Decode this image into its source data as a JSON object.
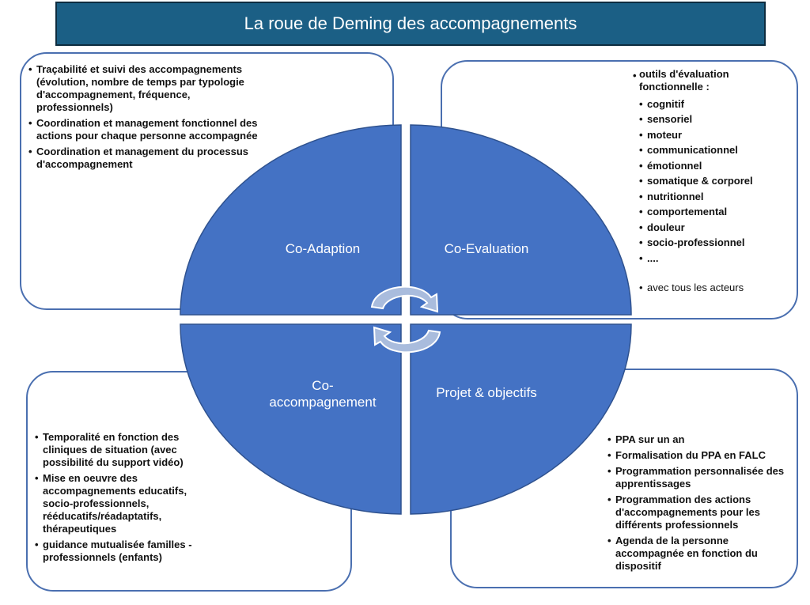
{
  "title": "La roue de Deming des accompagnements",
  "colors": {
    "title_bg": "#1b5f85",
    "wheel_fill": "#4472c4",
    "box_border": "#4a6fb0",
    "arrow": "#a9bcdd"
  },
  "quadrants": {
    "top_left": "Co-Adaption",
    "top_right": "Co-Evaluation",
    "bottom_left_line1": "Co-",
    "bottom_left_line2": "accompagnement",
    "bottom_right": "Projet & objectifs"
  },
  "boxes": {
    "top_left": [
      "Traçabilité et suivi des accompagnements (évolution, nombre de temps par typologie d'accompagnement, fréquence, professionnels)",
      "Coordination et management fonctionnel des  actions pour chaque personne accompagnée",
      "Coordination et management du processus d'accompagnement"
    ],
    "top_right": {
      "heading": "outils d'évaluation fonctionnelle :",
      "items": [
        "cognitif",
        "sensoriel",
        "moteur",
        "communicationnel",
        "émotionnel",
        "somatique & corporel",
        "nutritionnel",
        "comportemental",
        "douleur",
        "socio-professionnel",
        "...."
      ],
      "footer": "avec tous les acteurs"
    },
    "bottom_left": [
      "Temporalité en fonction des cliniques de situation (avec possibilité du support vidéo)",
      "Mise en oeuvre des accompagnements educatifs, socio-professionnels, rééducatifs/réadaptatifs, thérapeutiques",
      "guidance mutualisée familles - professionnels (enfants)"
    ],
    "bottom_right": [
      "PPA sur un an",
      "Formalisation  du PPA en FALC",
      "Programmation personnalisée des apprentissages",
      "Programmation des actions d'accompagnements pour les différents professionnels",
      "Agenda de la personne accompagnée en fonction du dispositif"
    ]
  }
}
